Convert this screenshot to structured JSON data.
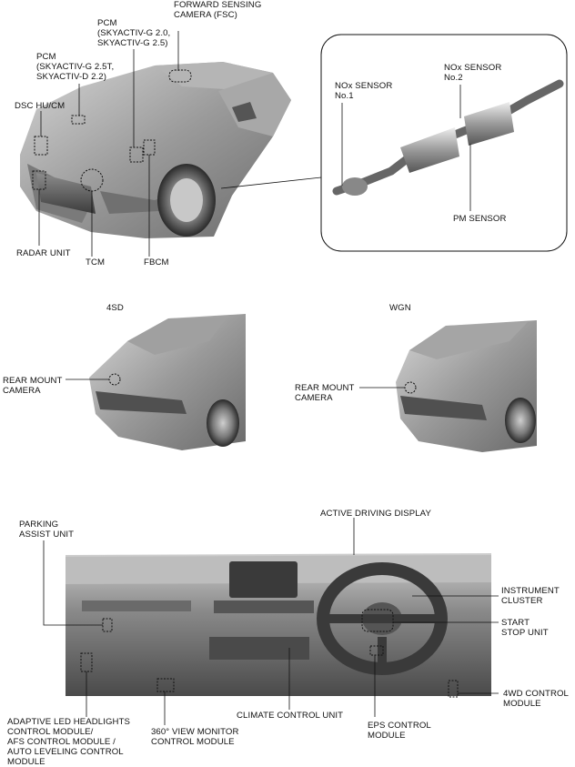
{
  "top": {
    "forward_camera": "FORWARD SENSING\nCAMERA (FSC)",
    "pcm_20_25": "PCM\n(SKYACTIV-G 2.0,\nSKYACTIV-G 2.5)",
    "pcm_25t_d22": "PCM\n(SKYACTIV-G 2.5T,\nSKYACTIV-D 2.2)",
    "dsc": "DSC HU/CM",
    "radar": "RADAR UNIT",
    "tcm": "TCM",
    "fbcm": "FBCM",
    "nox1": "NOx SENSOR\nNo.1",
    "nox2": "NOx SENSOR\nNo.2",
    "pm": "PM SENSOR"
  },
  "middle": {
    "sd_title": "4SD",
    "wgn_title": "WGN",
    "rear_cam_sd": "REAR MOUNT\nCAMERA",
    "rear_cam_wgn": "REAR MOUNT\nCAMERA"
  },
  "bottom": {
    "parking": "PARKING\nASSIST UNIT",
    "add": "ACTIVE DRIVING DISPLAY",
    "cluster": "INSTRUMENT\nCLUSTER",
    "start_stop": "START\nSTOP UNIT",
    "awd": "4WD CONTROL\nMODULE",
    "eps": "EPS CONTROL\nMODULE",
    "climate": "CLIMATE CONTROL UNIT",
    "view360": "360° VIEW MONITOR\nCONTROL MODULE",
    "headlights": "ADAPTIVE LED HEADLIGHTS\nCONTROL MODULE/\nAFS CONTROL MODULE /\nAUTO LEVELING CONTROL\nMODULE"
  }
}
